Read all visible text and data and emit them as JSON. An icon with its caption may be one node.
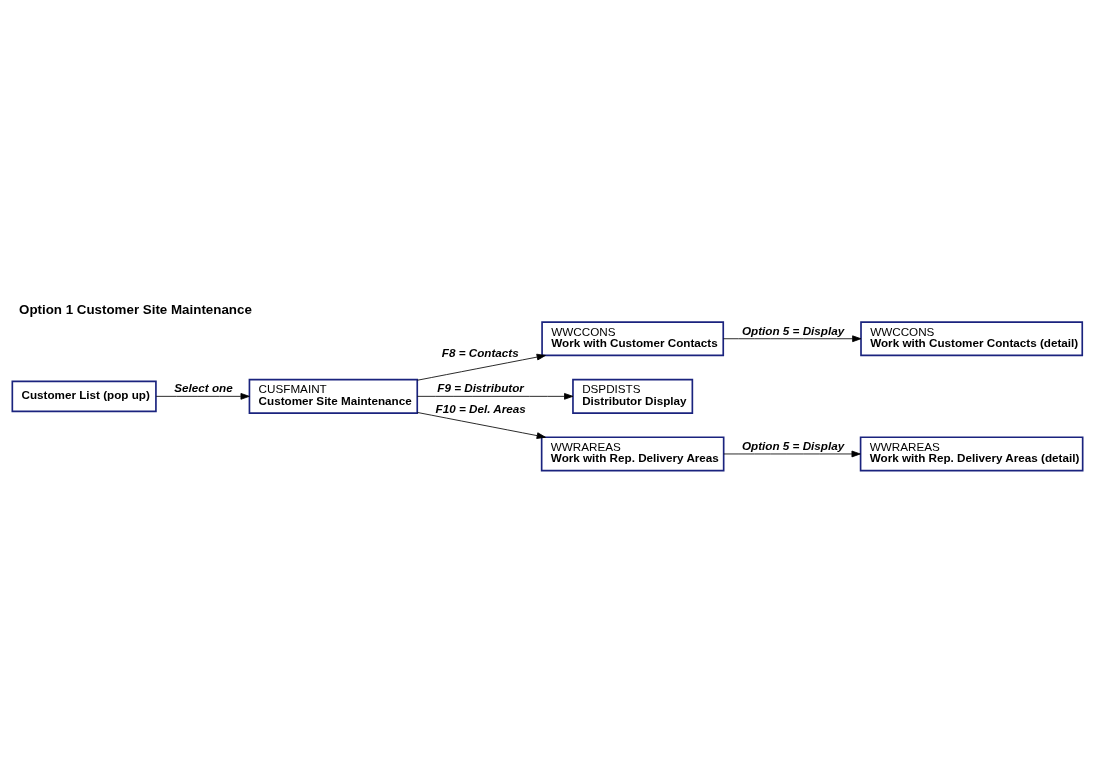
{
  "diagram": {
    "title": "Option 1 Customer Site Maintenance",
    "nodes": [
      {
        "text": [
          "Customer List (pop up)"
        ]
      },
      {
        "text": [
          "CUSFMAINT",
          "Customer Site Maintenance"
        ]
      },
      {
        "text": [
          "WWCCONS",
          "Work with Customer Contacts"
        ]
      },
      {
        "text": [
          "WWCCONS",
          "Work with Customer Contacts (detail)"
        ]
      },
      {
        "text": [
          "DSPDISTS",
          "Distributor Display"
        ]
      },
      {
        "text": [
          "WWRAREAS",
          "Work with Rep. Delivery Areas"
        ]
      },
      {
        "text": [
          "WWRAREAS",
          "Work with Rep. Delivery Areas (detail)"
        ]
      }
    ],
    "edges": [
      {
        "from": 0,
        "to": 1,
        "arrow": "to",
        "label": "Select one"
      },
      {
        "from": 1,
        "to": 2,
        "arrow": "to",
        "label": "F8 = Contacts"
      },
      {
        "from": 2,
        "to": 3,
        "arrow": "to",
        "label": "Option 5 = Display"
      },
      {
        "from": 1,
        "to": 4,
        "arrow": "to",
        "label": "F9 = Distributor"
      },
      {
        "from": 1,
        "to": 5,
        "arrow": "to",
        "label": "F10 = Del. Areas"
      },
      {
        "from": 5,
        "to": 6,
        "arrow": "to",
        "label": "Option 5 = Display"
      }
    ]
  }
}
